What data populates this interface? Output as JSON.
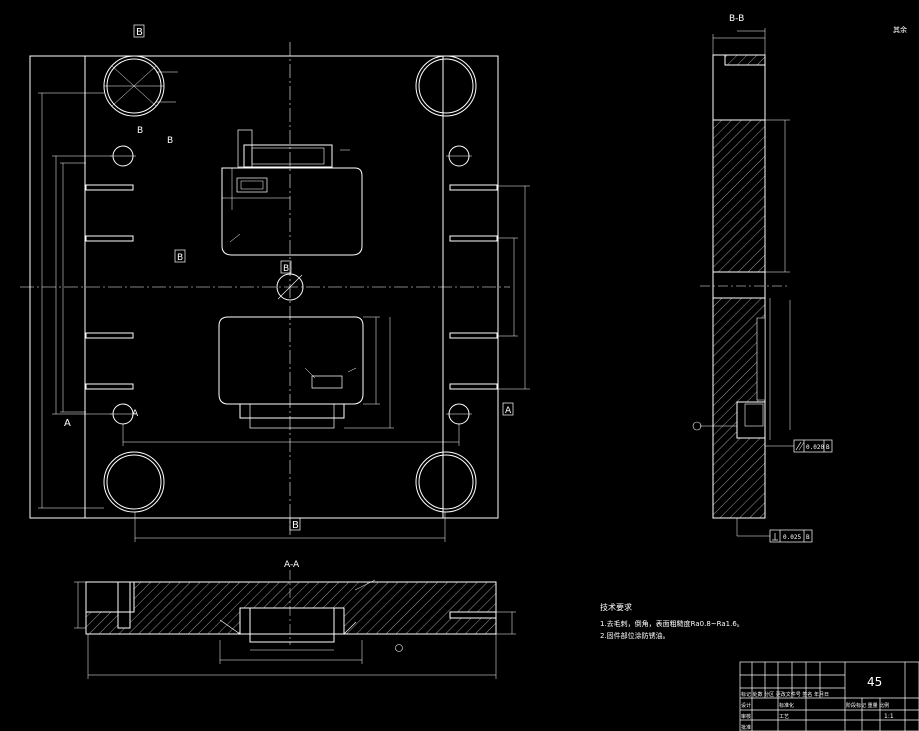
{
  "drawing": {
    "background": "#000000",
    "line_color": "#ffffff",
    "labels": {
      "view_b_top": "B",
      "view_b_mid1": "B",
      "view_b_mid2": "B",
      "view_b_center": "B",
      "view_b_bottom": "B",
      "section_a_left": "A",
      "section_a_right": "A",
      "section_a_circle": "A",
      "bb_title": "B-B",
      "aa_title": "A-A",
      "dim_bottom": "B"
    },
    "technical_requirements": {
      "title": "技术要求",
      "items": [
        "1.去毛刺，倒角，表面粗糙度Ra0.8~Ra1.6。",
        "2.固件部位涂防锈油。"
      ]
    },
    "title_block": {
      "material": "45",
      "row_a": "标记 处数 分区 更改文件号 签名 年月日",
      "row_b1": "设计",
      "row_b2": "标准化",
      "row_b3": "阶段标记 重量 比例",
      "row_c1": "审核",
      "row_c2": "工艺",
      "row_c3": "批准",
      "scale": "1:1"
    },
    "tolerances": {
      "parallel": "0.020",
      "parallel_ref": "B",
      "perpendicular": "0.025",
      "perpendicular_ref": "B"
    },
    "corner_text": "其余"
  }
}
